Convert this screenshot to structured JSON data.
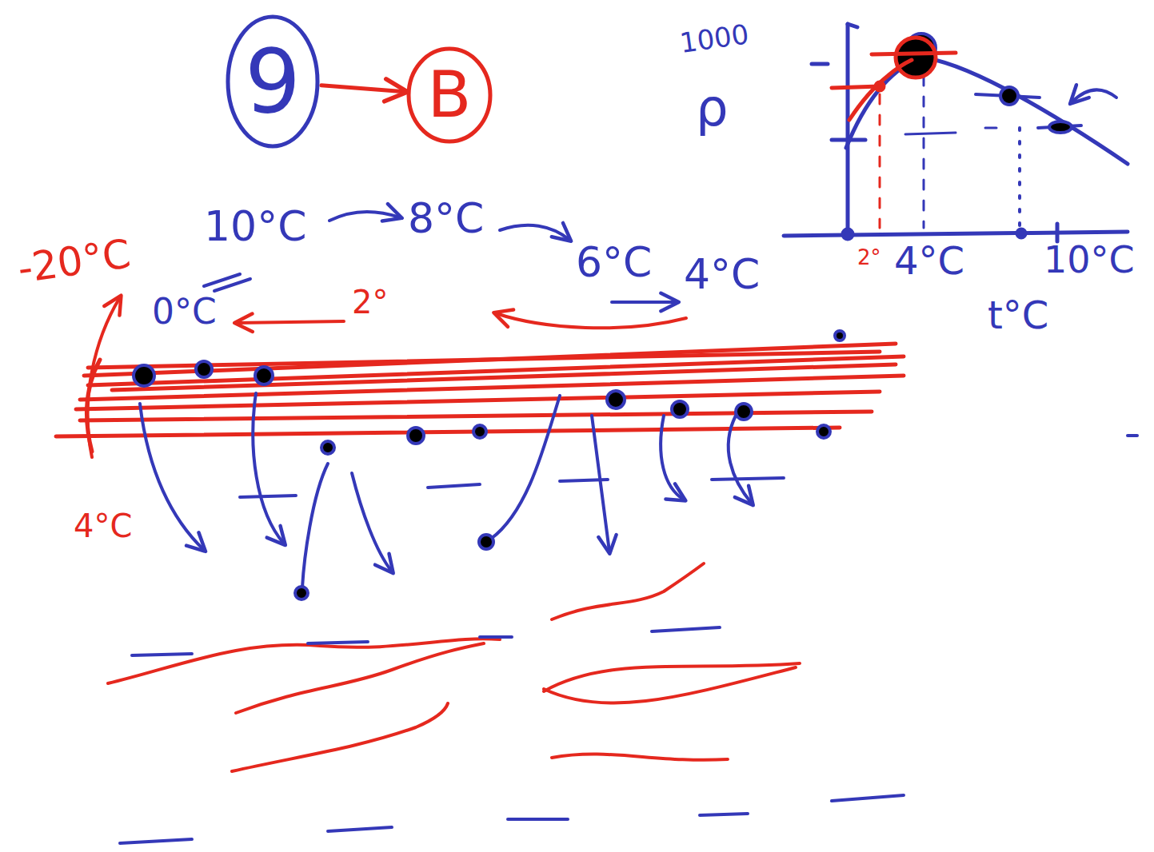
{
  "diagram": {
    "nodes": [
      {
        "text": [
          "9"
        ]
      },
      {
        "text": [
          "B"
        ]
      }
    ],
    "edges": [
      {
        "from": 0,
        "to": 1,
        "arrow": "to"
      }
    ],
    "labels": [
      "1000",
      "ρ",
      "-20°C",
      "10°C",
      "8°C",
      "6°C",
      "4°C",
      "0°C",
      "2°",
      "2°",
      "4°C",
      "10°C",
      "t°C",
      "4°C"
    ]
  }
}
